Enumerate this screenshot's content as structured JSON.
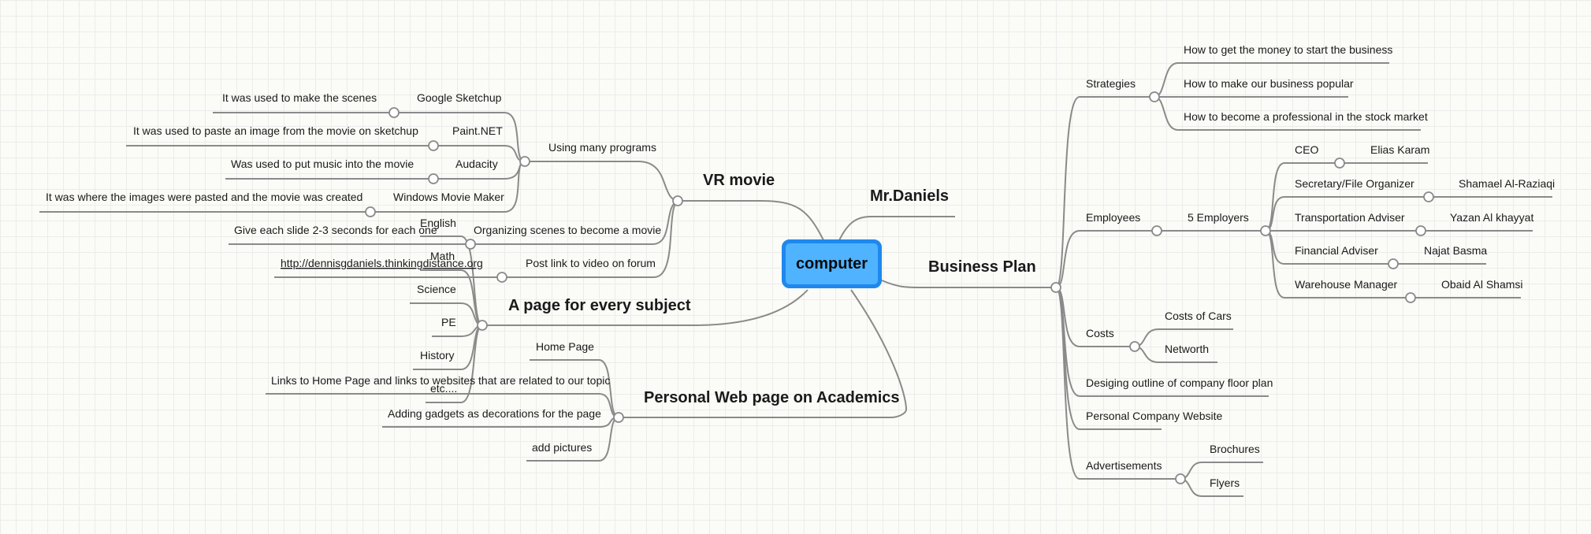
{
  "central": {
    "label": "computer"
  },
  "main": {
    "mr_daniels": "Mr.Daniels",
    "vr_movie": "VR movie",
    "page_subject": "A page for every subject",
    "personal_web": "Personal Web page on Academics",
    "business_plan": "Business Plan"
  },
  "vr_movie": {
    "using_programs": "Using many programs",
    "google_sketchup": "Google Sketchup",
    "google_sketchup_note": "It was used to make the scenes",
    "paint_net": "Paint.NET",
    "paint_net_note": "It was used to paste an image from the movie on sketchup",
    "audacity": "Audacity",
    "audacity_note": "Was used to put music into the movie",
    "windows_movie_maker": "Windows Movie Maker",
    "windows_movie_maker_note": "It was where the images were pasted and the movie was created",
    "organizing": "Organizing scenes to become a movie",
    "organizing_note": "Give each slide 2-3 seconds for each one",
    "post_link": "Post link to video on forum",
    "post_link_url": "http://dennisgdaniels.thinkingdistance.org"
  },
  "subjects": [
    "English",
    "Math",
    "Science",
    "PE",
    "History",
    "etc...."
  ],
  "personal_web": {
    "home_page": "Home Page",
    "links": "Links to Home Page and links to websites that are related to our topic",
    "gadgets": "Adding gadgets as decorations for the page",
    "pictures": "add pictures"
  },
  "business": {
    "strategies": "Strategies",
    "strategy_items": [
      "How to get the money to start the business",
      "How to make our business popular",
      "How to become a professional in the stock market"
    ],
    "employees": "Employees",
    "employers": "5 Employers",
    "roles": [
      {
        "role": "CEO",
        "name": "Elias Karam"
      },
      {
        "role": "Secretary/File Organizer",
        "name": "Shamael Al-Raziaqi"
      },
      {
        "role": "Transportation Adviser",
        "name": "Yazan Al khayyat"
      },
      {
        "role": "Financial Adviser",
        "name": "Najat Basma"
      },
      {
        "role": "Warehouse Manager",
        "name": "Obaid Al Shamsi"
      }
    ],
    "costs": "Costs",
    "cost_items": [
      "Costs of Cars",
      "Networth"
    ],
    "floor_plan": "Desiging outline of company floor plan",
    "website": "Personal Company Website",
    "advertisements": "Advertisements",
    "ad_items": [
      "Brochures",
      "Flyers"
    ]
  },
  "colors": {
    "central_fill": "#4fb3ff",
    "central_border": "#1e88ee",
    "line": "#8a8a8a"
  }
}
